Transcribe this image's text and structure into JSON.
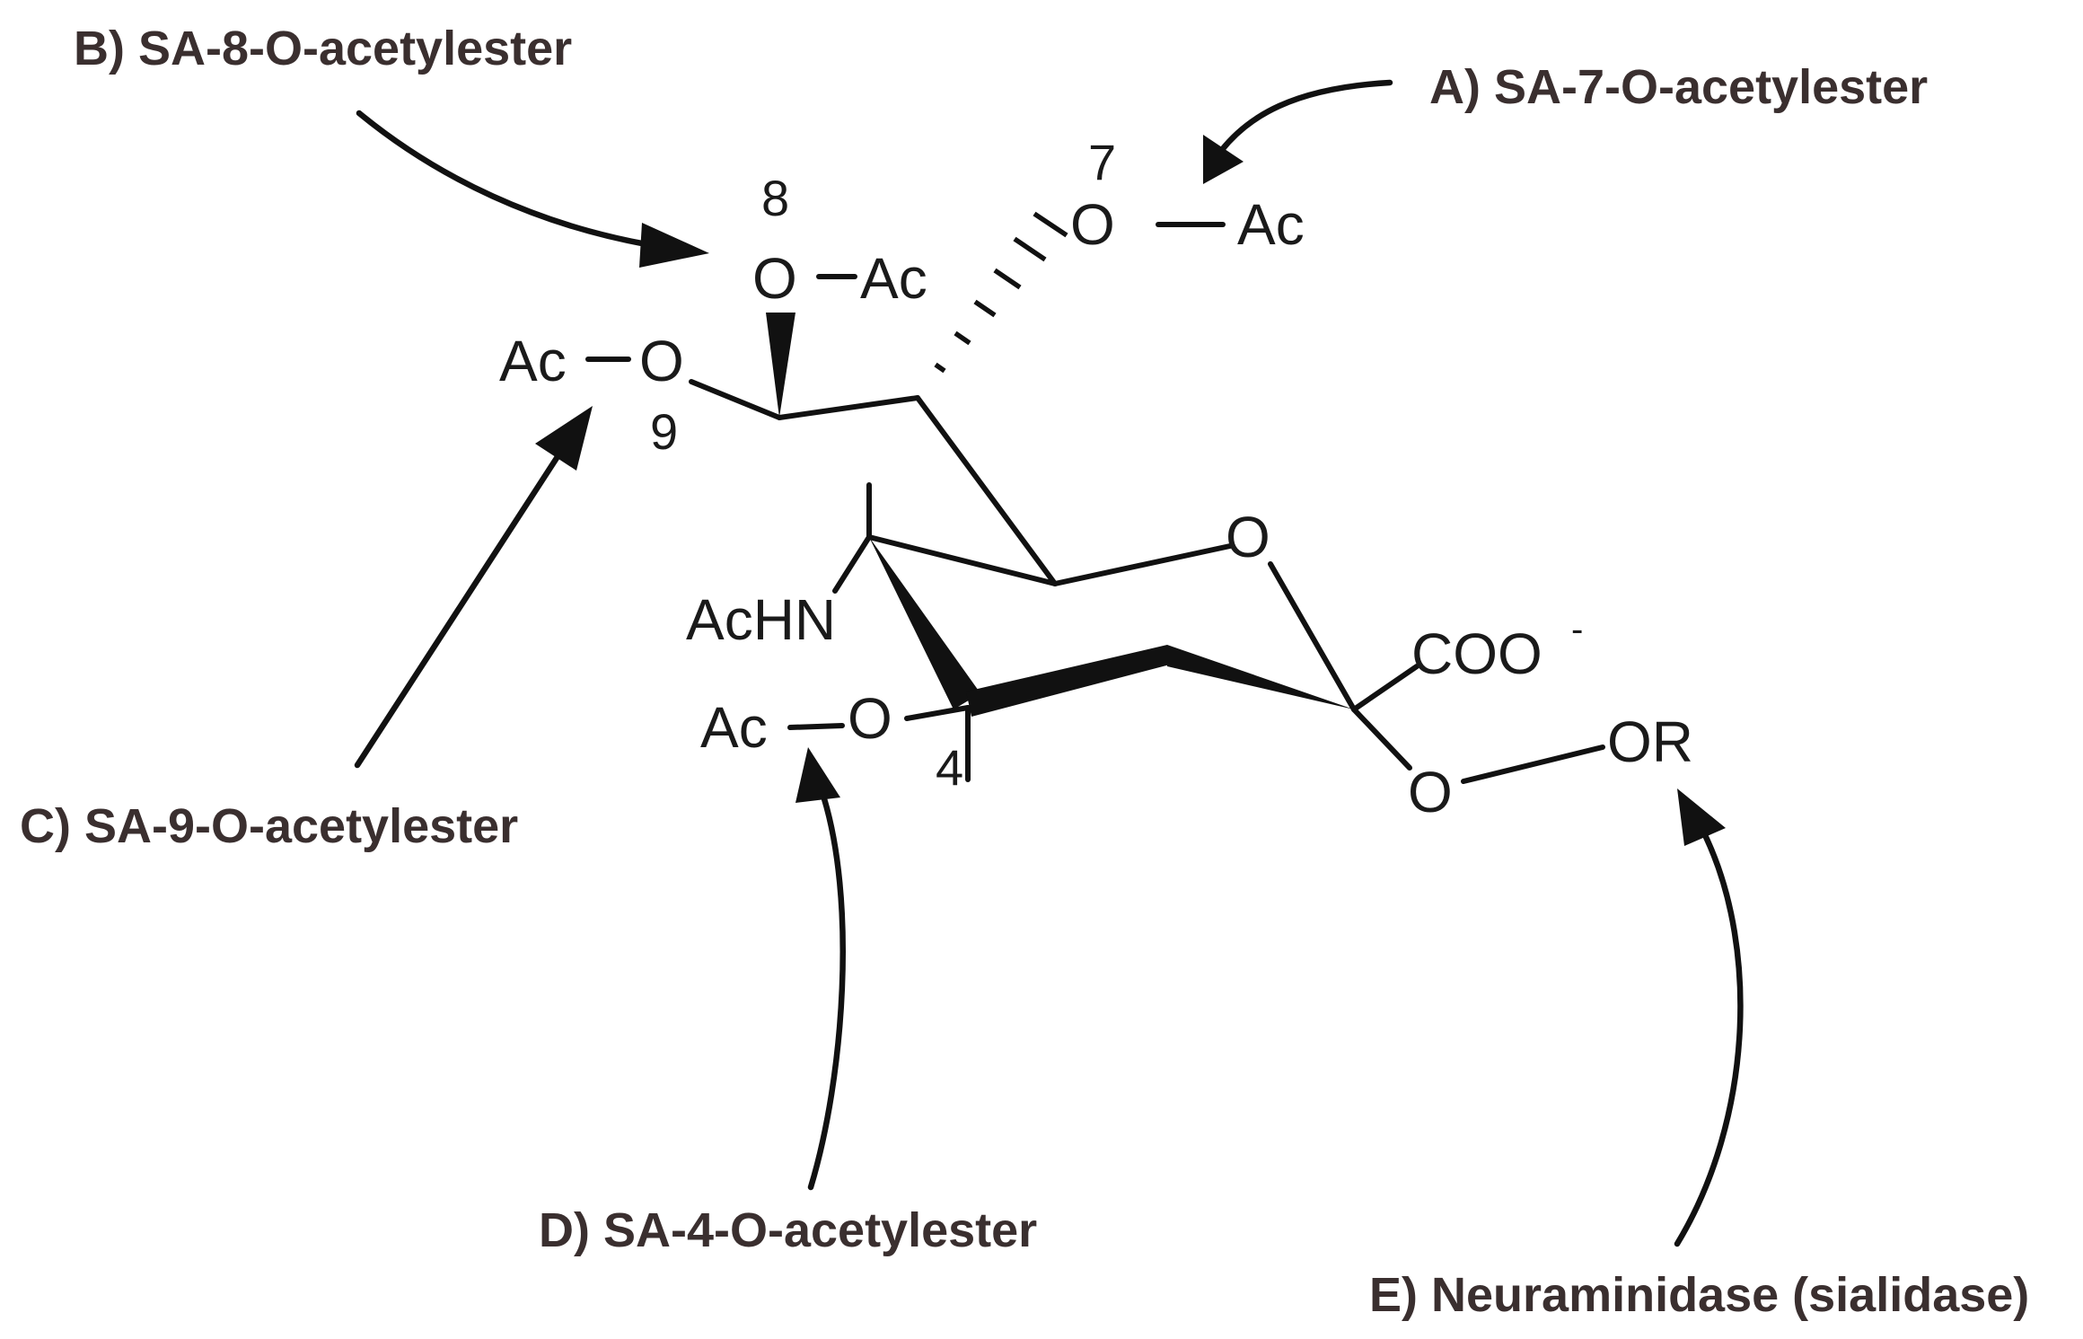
{
  "labels": {
    "a": "A) SA-7-O-acetylester",
    "b": "B) SA-8-O-acetylester",
    "c": "C) SA-9-O-acetylester",
    "d": "D) SA-4-O-acetylester",
    "e": "E) Neuraminidase (sialidase)"
  },
  "atoms": {
    "ac7": "Ac",
    "o7": "O",
    "num7": "7",
    "o8": "O",
    "ac8": "Ac",
    "num8": "8",
    "ac9": "Ac",
    "o9": "O",
    "num9": "9",
    "oring": "O",
    "achn": "AcHN",
    "ac4": "Ac",
    "o4": "O",
    "num4": "4",
    "coo": "COO",
    "coo_charge": "-",
    "oglyc": "O",
    "or": "OR"
  }
}
